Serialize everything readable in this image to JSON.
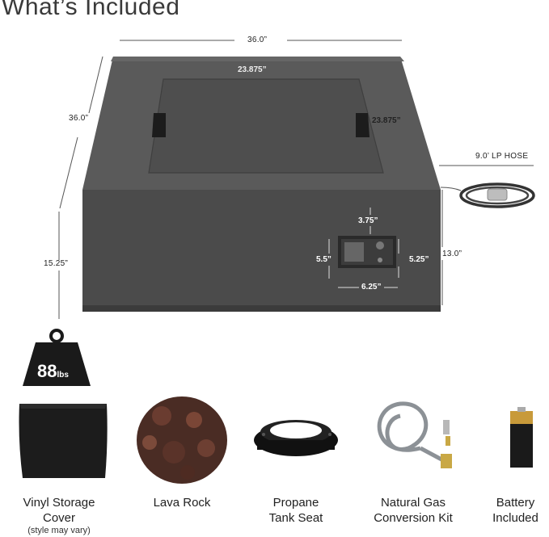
{
  "title": "What’s Included",
  "dimensions": {
    "top_width": "36.0”",
    "lid_width": "23.875”",
    "lid_depth": "23.875”",
    "side_depth": "36.0”",
    "height_left": "15.25”",
    "height_right": "13.0”",
    "hose": "9.0’ LP HOSE",
    "panel_top": "3.75”",
    "panel_left": "5.5”",
    "panel_right": "5.25”",
    "panel_bottom": "6.25”"
  },
  "weight": {
    "value": "88",
    "unit": "lbs"
  },
  "items": [
    {
      "name_line1": "Vinyl Storage",
      "name_line2": "Cover",
      "note": "(style may vary)"
    },
    {
      "name_line1": "Lava Rock",
      "name_line2": "",
      "note": ""
    },
    {
      "name_line1": "Propane",
      "name_line2": "Tank Seat",
      "note": ""
    },
    {
      "name_line1": "Natural Gas",
      "name_line2": "Conversion Kit",
      "note": ""
    },
    {
      "name_line1": "Battery",
      "name_line2": "Included",
      "note": ""
    }
  ],
  "colors": {
    "body": "#4a4a4a",
    "top_surface": "#555555",
    "weight_badge": "#1a1a1a",
    "hose_gray": "#8c9196",
    "battery_gold": "#c89a3a"
  }
}
